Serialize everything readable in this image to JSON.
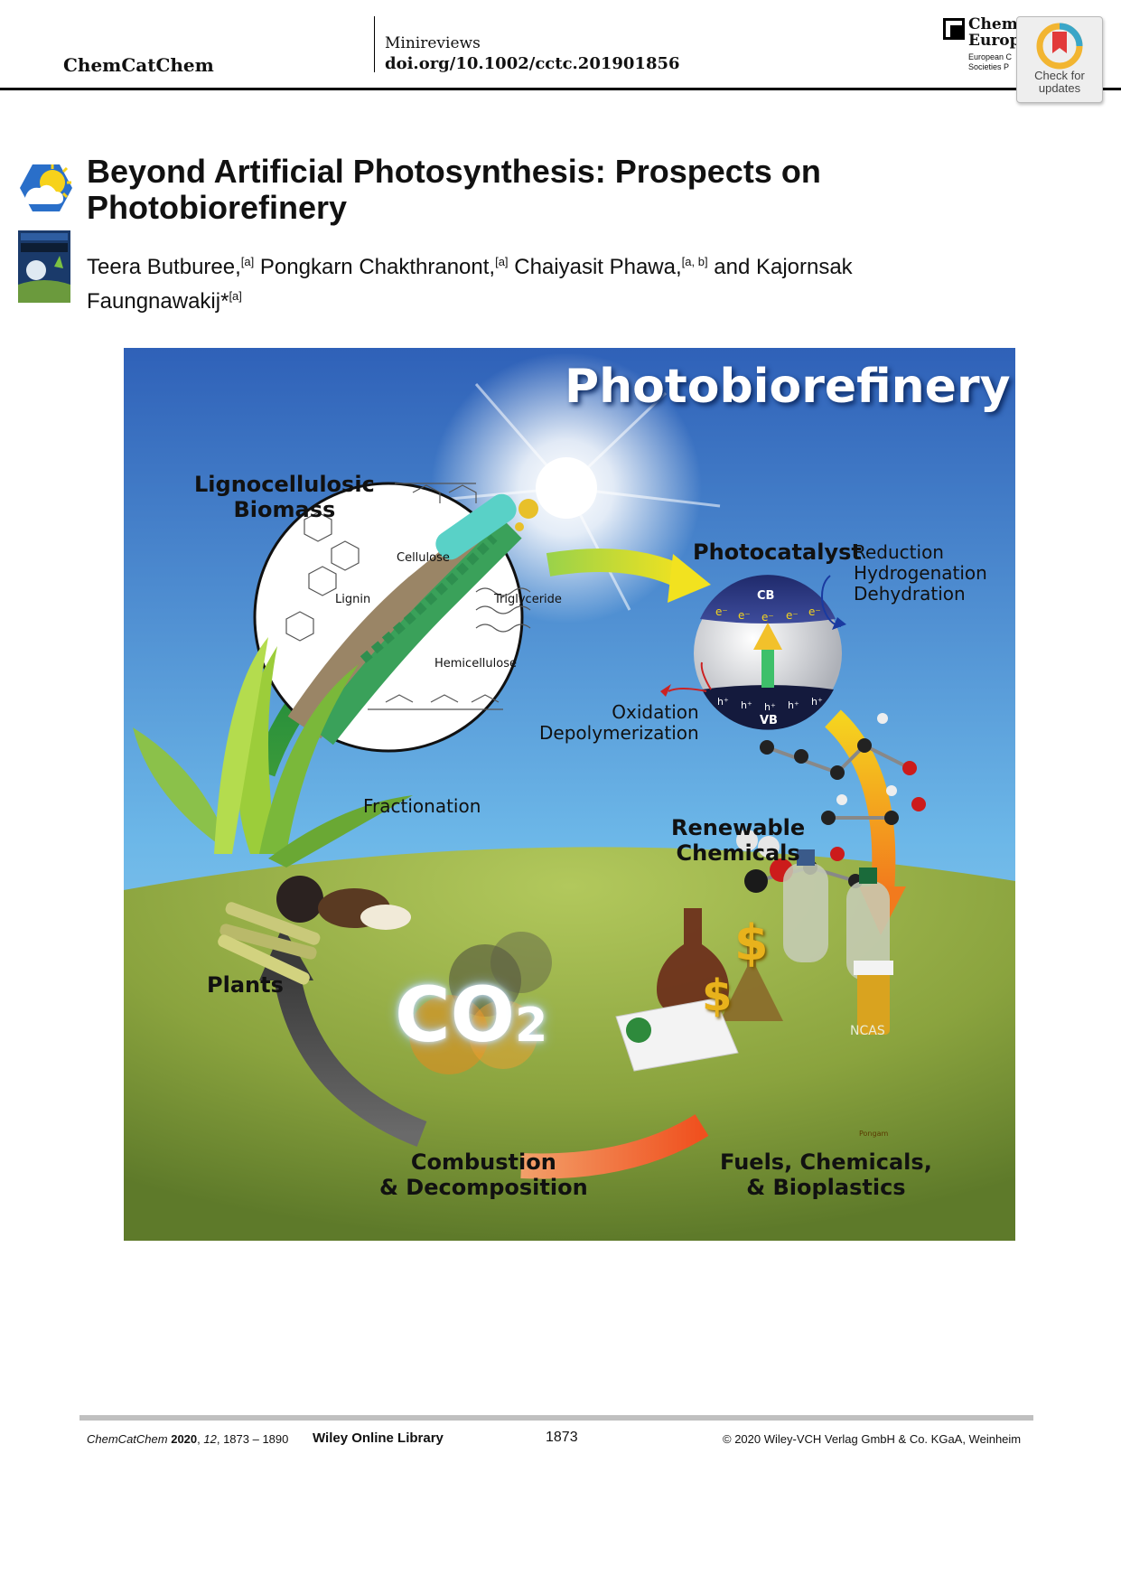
{
  "header": {
    "journal": "ChemCatChem",
    "section": "Minireviews",
    "doi": "doi.org/10.1002/cctc.201901856",
    "publisher_logo": {
      "line1": "Chem",
      "line2": "Europ",
      "small1": "European C",
      "small2": "Societies P"
    },
    "check_updates": "Check for updates"
  },
  "article": {
    "title": "Beyond Artificial Photosynthesis: Prospects on Photobiorefinery",
    "authors": [
      {
        "name": "Teera Butburee,",
        "aff": "[a]"
      },
      {
        "name": " Pongkarn Chakthranont,",
        "aff": "[a]"
      },
      {
        "name": " Chaiyasit Phawa,",
        "aff": "[a, b]"
      },
      {
        "name": " and Kajornsak Faungnawakij*",
        "aff": "[a]"
      }
    ]
  },
  "graphic": {
    "title": "Photobiorefinery",
    "biomass": "Lignocellulosic\nBiomass",
    "cellulose": "Cellulose",
    "lignin": "Lignin",
    "triglyceride": "Triglyceride",
    "hemicellulose": "Hemicellulose",
    "photocatalyst": "Photocatalyst",
    "reduction_list": "Reduction\nHydrogenation\nDehydration",
    "cb": "CB",
    "vb": "VB",
    "electron": "e⁻",
    "hole": "h⁺",
    "oxidation_list": "Oxidation\nDepolymerization",
    "fractionation": "Fractionation",
    "renewable": "Renewable\nChemicals",
    "plants": "Plants",
    "co2": "CO",
    "co2_sub": "2",
    "combustion": "Combustion\n& Decomposition",
    "fuels": "Fuels, Chemicals,\n& Bioplastics",
    "dollar": "$",
    "bottle_label": "NCAS",
    "vial_label": "Pongam"
  },
  "footer": {
    "cite_journal": "ChemCatChem",
    "cite_year": "2020",
    "cite_volume": "12",
    "cite_pages": "1873 – 1890",
    "wol": "Wiley Online Library",
    "page": "1873",
    "copyright": "© 2020 Wiley-VCH Verlag GmbH & Co. KGaA, Weinheim"
  }
}
